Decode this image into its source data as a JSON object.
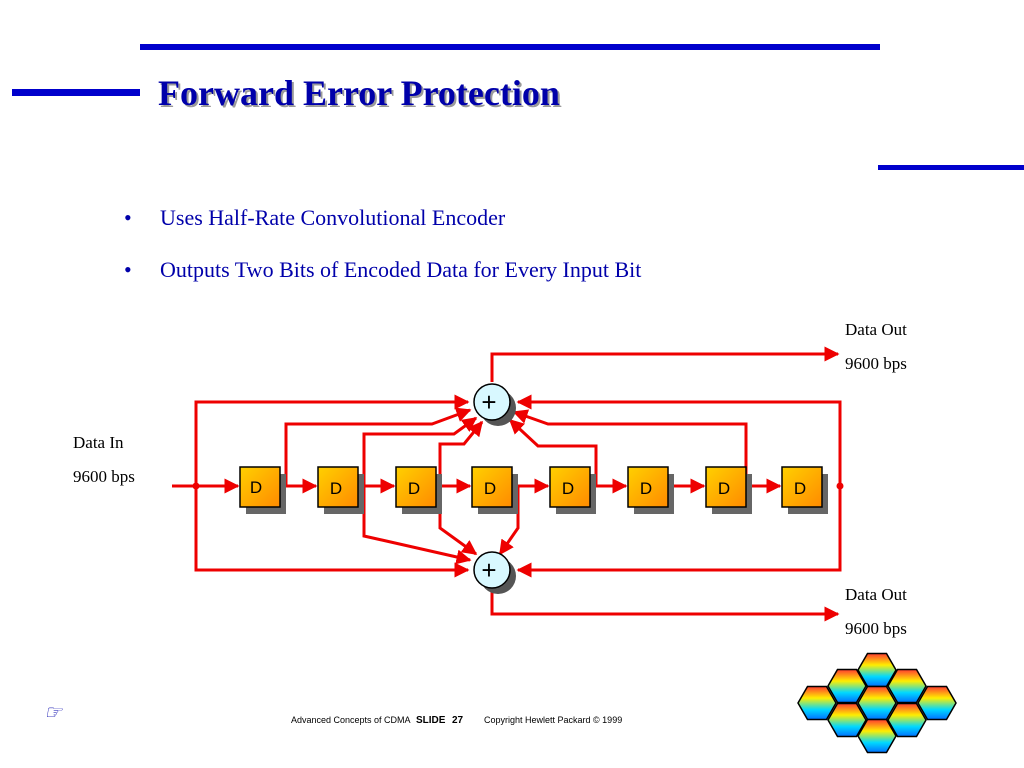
{
  "title": "Forward Error Protection",
  "bullets": [
    "Uses Half-Rate Convolutional Encoder",
    "Outputs Two Bits of Encoded Data for Every Input Bit"
  ],
  "diagram": {
    "input_label": "Data In",
    "input_rate": "9600 bps",
    "output_top_label": "Data Out",
    "output_top_rate": "9600 bps",
    "output_bottom_label": "Data Out",
    "output_bottom_rate": "9600 bps",
    "delay_label": "D",
    "adder_symbol": "+",
    "delay_count": 8
  },
  "footer": {
    "course": "Advanced Concepts of CDMA",
    "slide_label": "SLIDE",
    "slide_number": "27",
    "copyright": "Copyright Hewlett Packard © 1999"
  },
  "colors": {
    "title": "#0000aa",
    "rule": "#0000cc",
    "wire": "#ee0000",
    "delay_fill": "#ffaa00",
    "adder_fill": "#d8f8ff"
  },
  "icons": {
    "hand": "pointing-hand-icon",
    "logo": "honeycomb-logo"
  }
}
